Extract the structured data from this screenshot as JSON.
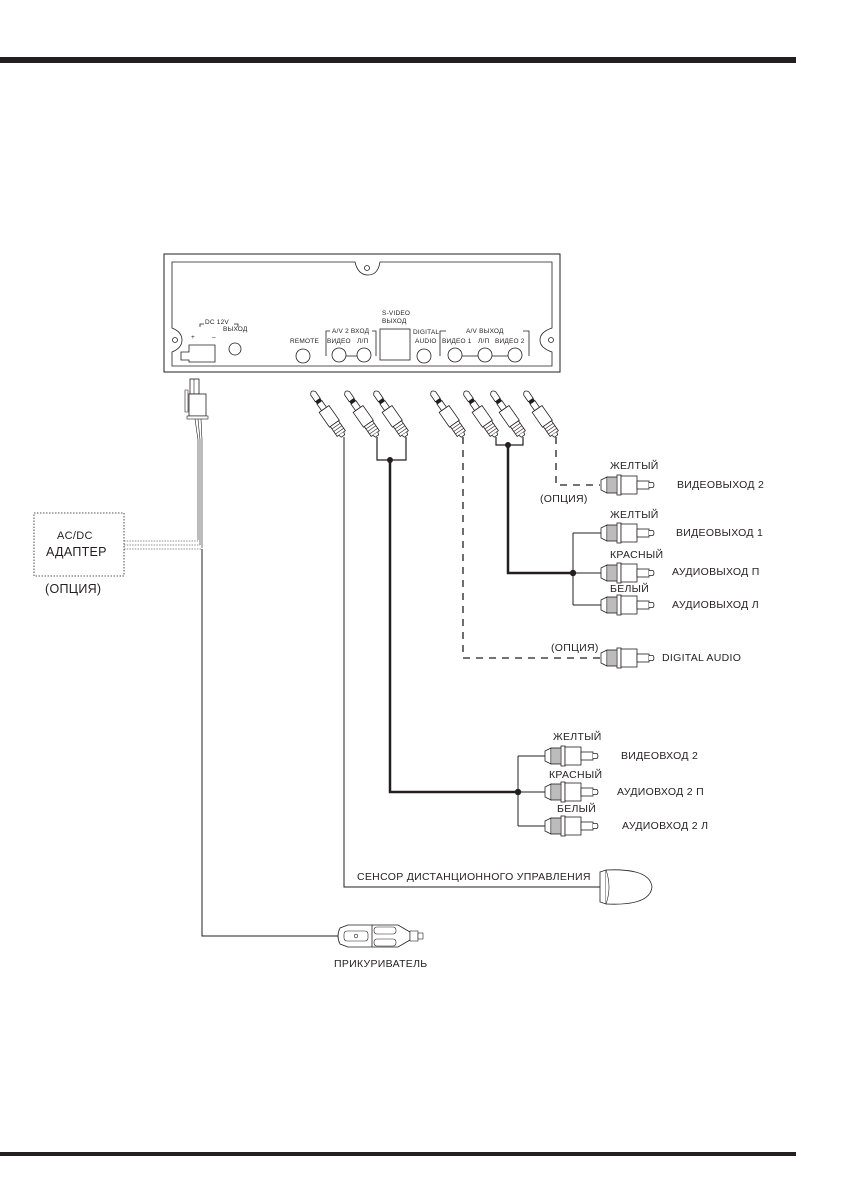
{
  "device_panel": {
    "dc_label": "DC  12V",
    "dc_plus": "+",
    "dc_minus": "–",
    "dc_out": "ВЫХОД",
    "remote": "REMOTE",
    "av2_in": "A/V 2  ВХОД",
    "av2_video": "ВИДЕО",
    "av2_lr": "Л/П",
    "svideo_line1": "S-VIDEO",
    "svideo_line2": "ВЫХОД",
    "digital_line1": "DIGITAL",
    "digital_line2": "AUDIO",
    "av_out": "A/V  ВЫХОД",
    "av_video1": "ВИДЕО 1",
    "av_lr": "Л/П",
    "av_video2": "ВИДЕО 2"
  },
  "adapter": {
    "line1": "AC/DC",
    "line2": "АДАПТЕР",
    "option": "(ОПЦИЯ)"
  },
  "outputs": [
    {
      "color": "ЖЕЛТЫЙ",
      "label": "ВИДЕОВЫХОД 2",
      "option": "(ОПЦИЯ)"
    },
    {
      "color": "ЖЕЛТЫЙ",
      "label": "ВИДЕОВЫХОД 1"
    },
    {
      "color": "КРАСНЫЙ",
      "label": "АУДИОВЫХОД П"
    },
    {
      "color": "БЕЛЫЙ",
      "label": "АУДИОВЫХОД Л"
    }
  ],
  "digital_audio": {
    "option": "(ОПЦИЯ)",
    "label": "DIGITAL AUDIO"
  },
  "inputs": [
    {
      "color": "ЖЕЛТЫЙ",
      "label": "ВИДЕОВХОД 2"
    },
    {
      "color": "КРАСНЫЙ",
      "label": "АУДИОВХОД 2 П"
    },
    {
      "color": "БЕЛЫЙ",
      "label": "АУДИОВХОД 2 Л"
    }
  ],
  "remote_sensor": {
    "label": "СЕНСОР ДИСТАНЦИОННОГО УПРАВЛЕНИЯ"
  },
  "cigarette_lighter": {
    "label": "ПРИКУРИВАТЕЛЬ"
  }
}
